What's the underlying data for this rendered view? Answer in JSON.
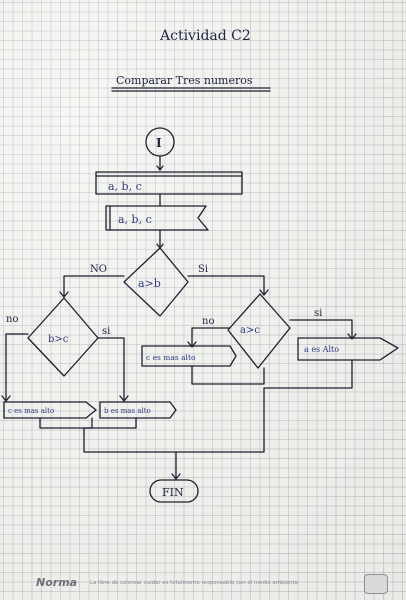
{
  "title": "Actividad C2",
  "subtitle": "Comparar Tres numeros",
  "flowchart": {
    "start": "I",
    "input": "a, b, c",
    "output": "a, b, c",
    "decision_1": "a>b",
    "decision_2": "b>c",
    "decision_3": "a>c",
    "label_no_1": "NO",
    "label_si_1": "Si",
    "label_no_2": "no",
    "label_si_2": "si",
    "label_no_3": "no",
    "label_si_3": "si",
    "out_c_left": "c es mas alto",
    "out_b": "b es mas alto",
    "out_c_mid": "c es mas alto",
    "out_a": "a es Alto",
    "end": "FIN"
  },
  "footer": {
    "brand": "Norma",
    "text": "La libre de colorear cuidar es totalmente responsable con el medio ambiente"
  }
}
